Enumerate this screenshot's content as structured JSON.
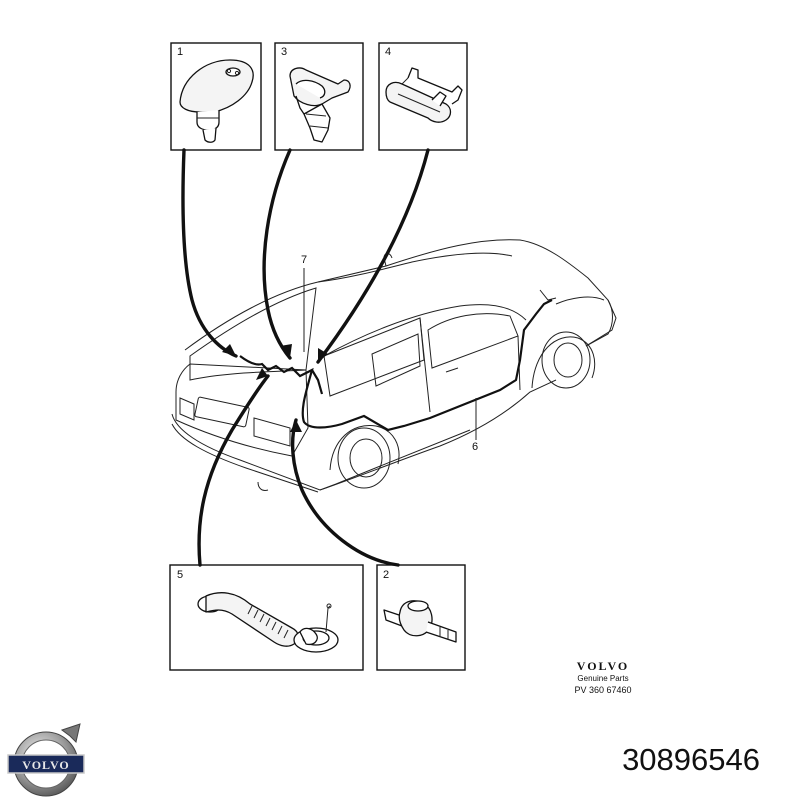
{
  "callouts": {
    "c1": "1",
    "c3": "3",
    "c4": "4",
    "c7": "7",
    "c6": "6",
    "c5": "5",
    "c2": "2"
  },
  "brand": {
    "name": "VOLVO",
    "subtitle": "Genuine Parts",
    "reference": "PV 360 67460"
  },
  "logo_text": "VOLVO",
  "part_number": "30896546"
}
